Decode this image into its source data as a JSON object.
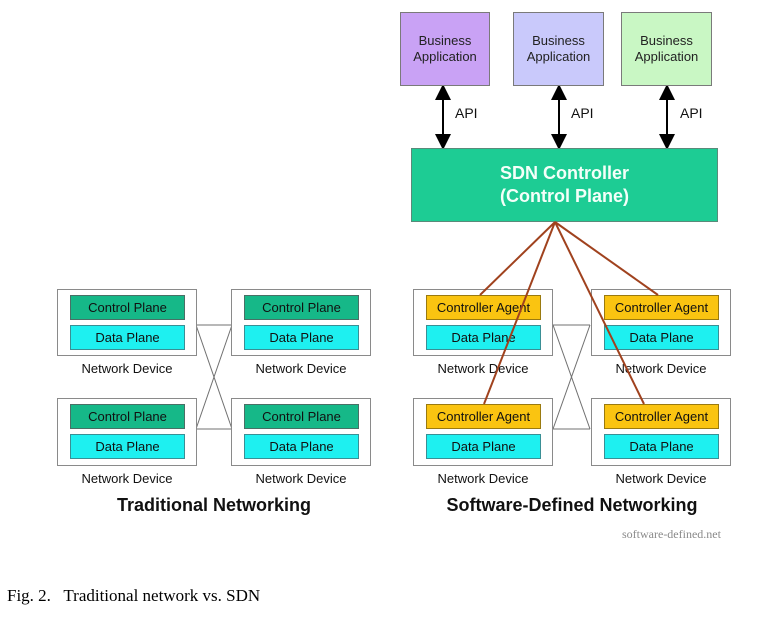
{
  "sdn": {
    "business_apps": [
      {
        "line1": "Business",
        "line2": "Application",
        "color": "#c9a2f5"
      },
      {
        "line1": "Business",
        "line2": "Application",
        "color": "#c9c9fb"
      },
      {
        "line1": "Business",
        "line2": "Application",
        "color": "#c9f7c4"
      }
    ],
    "api_label": "API",
    "controller": {
      "line1": "SDN Controller",
      "line2": "(Control Plane)",
      "color": "#1dcc94"
    },
    "devices": [
      {
        "top": "Controller Agent",
        "bottom": "Data Plane",
        "label": "Network Device"
      },
      {
        "top": "Controller Agent",
        "bottom": "Data Plane",
        "label": "Network Device"
      },
      {
        "top": "Controller Agent",
        "bottom": "Data Plane",
        "label": "Network Device"
      },
      {
        "top": "Controller Agent",
        "bottom": "Data Plane",
        "label": "Network Device"
      }
    ],
    "title": "Software-Defined Networking",
    "link_color": "#a0421e"
  },
  "traditional": {
    "devices": [
      {
        "top": "Control Plane",
        "bottom": "Data Plane",
        "label": "Network Device"
      },
      {
        "top": "Control Plane",
        "bottom": "Data Plane",
        "label": "Network Device"
      },
      {
        "top": "Control Plane",
        "bottom": "Data Plane",
        "label": "Network Device"
      },
      {
        "top": "Control Plane",
        "bottom": "Data Plane",
        "label": "Network Device"
      }
    ],
    "title": "Traditional Networking"
  },
  "colors": {
    "control_plane": "#16b888",
    "data_plane": "#1ef0f0",
    "controller_agent": "#fac411"
  },
  "credit": "software-defined.net",
  "caption": "Fig. 2.   Traditional network vs. SDN"
}
